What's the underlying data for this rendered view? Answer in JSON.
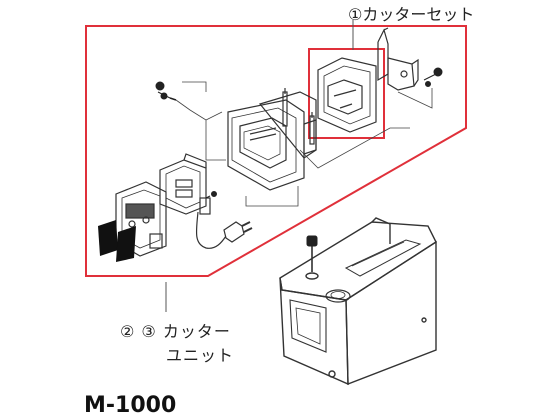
{
  "labels": {
    "cutter_set": "①カッターセット",
    "cutter_unit_line1": "② ③ カッター",
    "cutter_unit_line2": "ユニット",
    "model": "M-1000"
  },
  "colors": {
    "highlight": "#e0303a",
    "line": "#333333",
    "leader": "#555555",
    "text": "#222222"
  }
}
